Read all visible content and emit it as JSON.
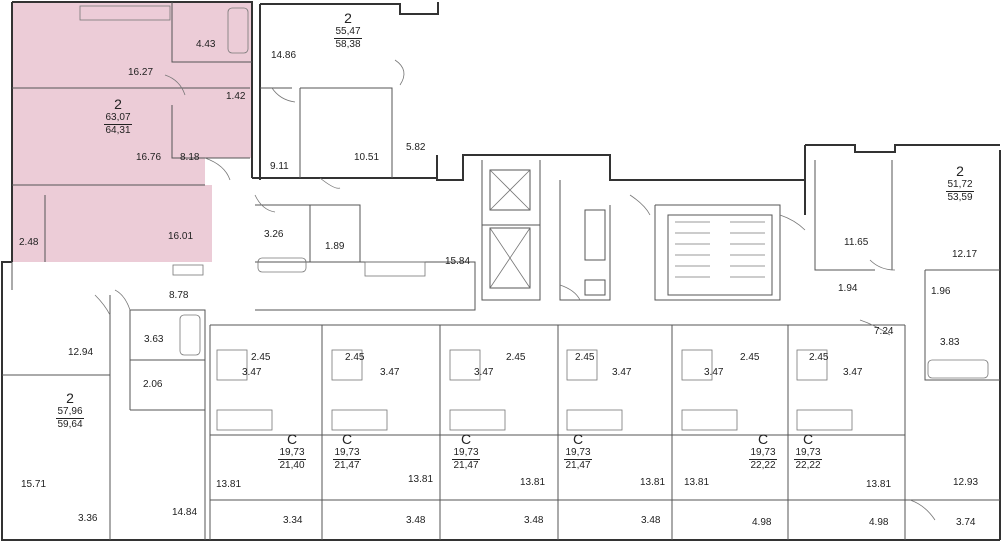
{
  "colors": {
    "highlight_fill": "#ecccd7",
    "wall": "#333333",
    "label": "#222222"
  },
  "apartments": [
    {
      "id": "apt-highlighted",
      "rooms": "2",
      "area_living": "63,07",
      "area_total": "64,31",
      "highlighted": true
    },
    {
      "id": "apt-top-middle",
      "rooms": "2",
      "area_living": "55,47",
      "area_total": "58,38",
      "highlighted": false
    },
    {
      "id": "apt-right",
      "rooms": "2",
      "area_living": "51,72",
      "area_total": "53,59",
      "highlighted": false
    },
    {
      "id": "apt-left-lower",
      "rooms": "2",
      "area_living": "57,96",
      "area_total": "59,64",
      "highlighted": false
    },
    {
      "id": "studio-1",
      "rooms": "С",
      "area_living": "19,73",
      "area_total": "21,40",
      "highlighted": false
    },
    {
      "id": "studio-2",
      "rooms": "С",
      "area_living": "19,73",
      "area_total": "21,47",
      "highlighted": false
    },
    {
      "id": "studio-3",
      "rooms": "С",
      "area_living": "19,73",
      "area_total": "21,47",
      "highlighted": false
    },
    {
      "id": "studio-4",
      "rooms": "С",
      "area_living": "19,73",
      "area_total": "21,47",
      "highlighted": false
    },
    {
      "id": "studio-5",
      "rooms": "С",
      "area_living": "19,73",
      "area_total": "22,22",
      "highlighted": false
    },
    {
      "id": "studio-6",
      "rooms": "С",
      "area_living": "19,73",
      "area_total": "22,22",
      "highlighted": false
    }
  ],
  "room_areas": [
    "4.43",
    "16.27",
    "1.42",
    "16.76",
    "8.18",
    "16.01",
    "2.48",
    "14.86",
    "5.82",
    "10.51",
    "9.11",
    "3.26",
    "1.89",
    "15.84",
    "11.65",
    "12.17",
    "1.94",
    "1.96",
    "7.24",
    "3.83",
    "8.78",
    "12.94",
    "3.63",
    "2.06",
    "15.71",
    "3.36",
    "14.84",
    "2.45",
    "3.47",
    "2.45",
    "3.47",
    "2.45",
    "3.47",
    "2.45",
    "3.47",
    "2.45",
    "3.47",
    "2.45",
    "3.47",
    "13.81",
    "3.34",
    "13.81",
    "3.48",
    "13.81",
    "3.48",
    "13.81",
    "3.48",
    "13.81",
    "4.98",
    "13.81",
    "4.98",
    "12.93",
    "3.74"
  ]
}
